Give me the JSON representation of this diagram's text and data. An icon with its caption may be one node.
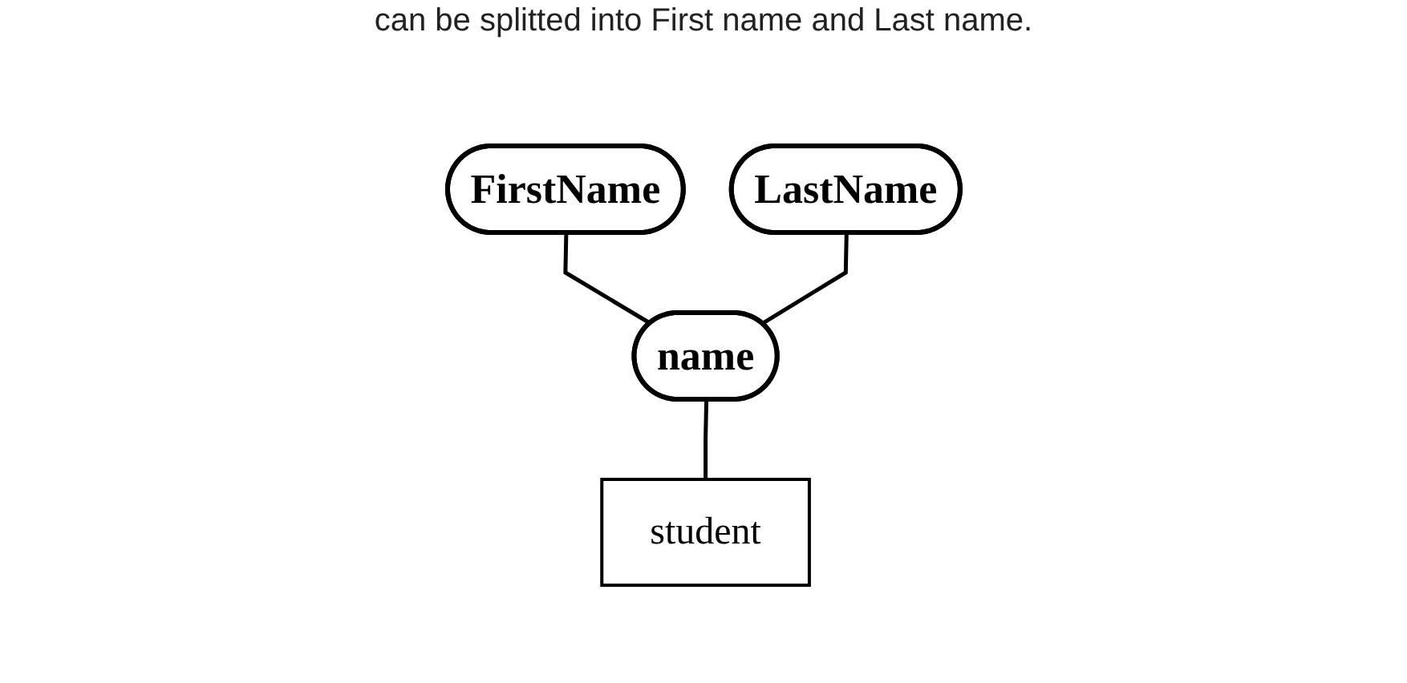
{
  "diagram": {
    "nodes": [
      {
        "text": [
          "FirstName"
        ]
      },
      {
        "text": [
          "LastName"
        ]
      },
      {
        "text": [
          "name"
        ]
      },
      {
        "text": [
          "student"
        ]
      }
    ],
    "edges": [
      {
        "from": 0,
        "to": 2,
        "arrow": "none"
      },
      {
        "from": 1,
        "to": 2,
        "arrow": "none"
      },
      {
        "from": 2,
        "to": 3,
        "arrow": "none"
      }
    ],
    "labels": [
      "can be splitted into First name and Last name."
    ]
  }
}
